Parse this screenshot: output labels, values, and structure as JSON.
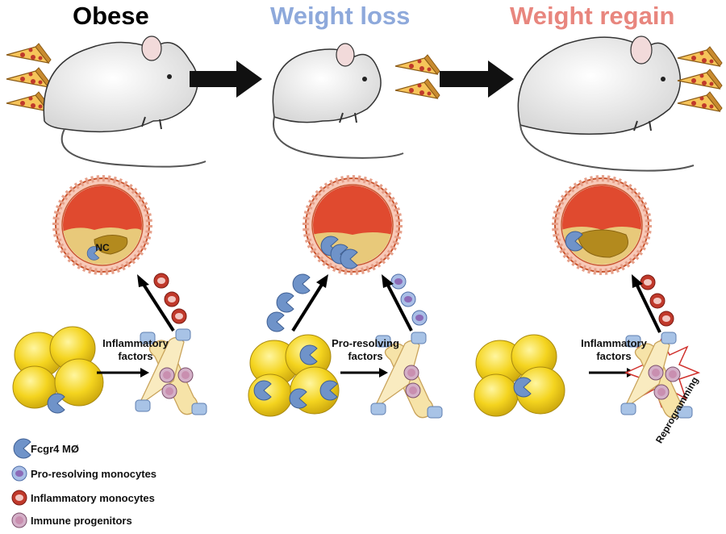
{
  "titles": {
    "obese": "Obese",
    "weight_loss": "Weight loss",
    "weight_regain": "Weight regain"
  },
  "colors": {
    "obese_title": "#000000",
    "weight_loss_title": "#8EA9DB",
    "weight_regain_title": "#E8867E",
    "plaque_red": "#E04A2F",
    "adipocyte_yellow": "#F4D41F",
    "macrophage_blue": "#6F93C9"
  },
  "panels": {
    "obese": {
      "factors_label": "Inflammatory\nfactors",
      "core_label": "NC"
    },
    "weight_loss": {
      "factors_label": "Pro-resolving\nfactors"
    },
    "weight_regain": {
      "factors_label": "Inflammatory\nfactors",
      "bone_label": "Reprogramming"
    }
  },
  "legend": [
    {
      "icon": "macrophage-icon",
      "label": "Fcgr4 MØ"
    },
    {
      "icon": "pro-resolving-monocyte-icon",
      "label": "Pro-resolving monocytes"
    },
    {
      "icon": "inflammatory-monocyte-icon",
      "label": "Inflammatory monocytes"
    },
    {
      "icon": "immune-progenitor-icon",
      "label": "Immune progenitors"
    }
  ]
}
